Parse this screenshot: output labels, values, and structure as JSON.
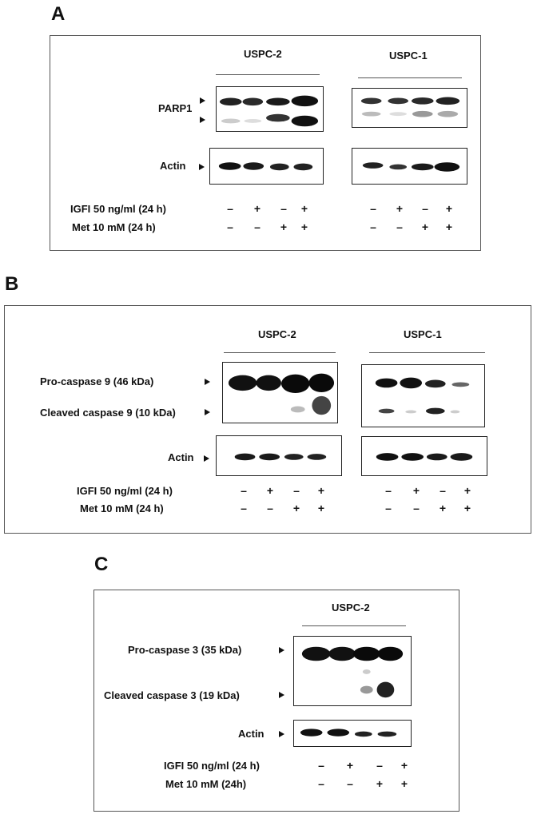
{
  "panels": {
    "a": {
      "letter": "A",
      "group_left": "USPC-2",
      "group_right": "USPC-1",
      "row1_label": "PARP1",
      "row2_label": "Actin",
      "cond1_label": "IGFI 50 ng/ml (24 h)",
      "cond2_label": "Met 10 mM (24 h)",
      "cond1_left": [
        "–",
        "+",
        "–",
        "+"
      ],
      "cond2_left": [
        "–",
        "–",
        "+",
        "+"
      ],
      "cond1_right": [
        "–",
        "+",
        "–",
        "+"
      ],
      "cond2_right": [
        "–",
        "–",
        "+",
        "+"
      ]
    },
    "b": {
      "letter": "B",
      "group_left": "USPC-2",
      "group_right": "USPC-1",
      "row1_label": "Pro-caspase 9 (46 kDa)",
      "row1b_label": "Cleaved caspase 9 (10 kDa)",
      "row2_label": "Actin",
      "cond1_label": "IGFI 50 ng/ml (24 h)",
      "cond2_label": "Met 10 mM (24 h)",
      "cond1_left": [
        "–",
        "+",
        "–",
        "+"
      ],
      "cond2_left": [
        "–",
        "–",
        "+",
        "+"
      ],
      "cond1_right": [
        "–",
        "+",
        "–",
        "+"
      ],
      "cond2_right": [
        "–",
        "–",
        "+",
        "+"
      ]
    },
    "c": {
      "letter": "C",
      "group": "USPC-2",
      "row1_label": "Pro-caspase 3 (35 kDa)",
      "row1b_label": "Cleaved caspase 3 (19 kDa)",
      "row2_label": "Actin",
      "cond1_label": "IGFI 50 ng/ml (24 h)",
      "cond2_label": "Met 10 mM (24h)",
      "cond1": [
        "–",
        "+",
        "–",
        "+"
      ],
      "cond2": [
        "–",
        "–",
        "+",
        "+"
      ]
    }
  }
}
